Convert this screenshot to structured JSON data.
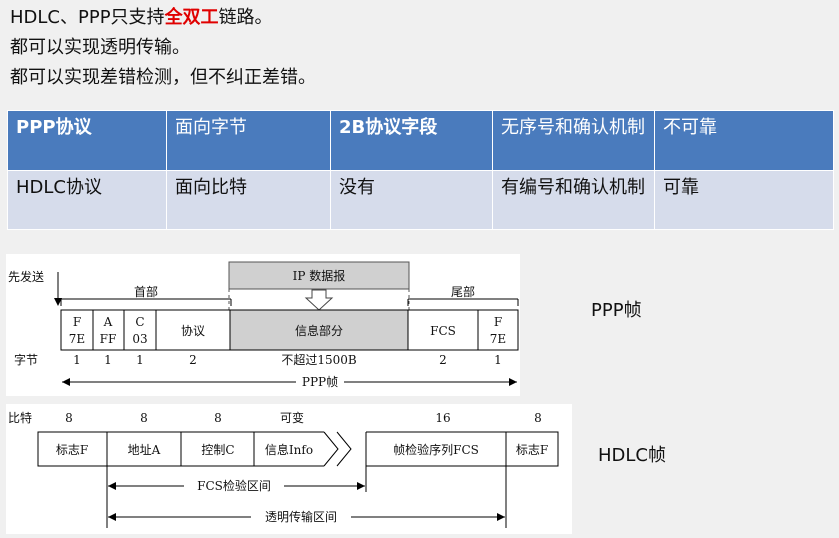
{
  "intro": {
    "line1_prefix": "HDLC、PPP只支持",
    "line1_highlight": "全双工",
    "line1_suffix": "链路。",
    "line2": "都可以实现透明传输。",
    "line3": "都可以实现差错检测，但不纠正差错。"
  },
  "colors": {
    "header_bg": "#4a7bbd",
    "body_bg": "#d6dceb",
    "highlight": "#e00000",
    "info_fill": "#d0d0d0"
  },
  "comparison": {
    "header": [
      "PPP协议",
      "面向字节",
      "2B协议字段",
      "无序号和确认机制",
      "不可靠"
    ],
    "row": [
      "HDLC协议",
      "面向比特",
      "没有",
      "有编号和确认机制",
      "可靠"
    ]
  },
  "ppp": {
    "label": "PPP帧",
    "sender": "先发送",
    "ip_datagram": "IP 数据报",
    "header": "首部",
    "trailer": "尾部",
    "f_label": "F",
    "f_value": "7E",
    "a_label": "A",
    "a_value": "FF",
    "c_label": "C",
    "c_value": "03",
    "protocol": "协议",
    "info": "信息部分",
    "fcs": "FCS",
    "bytes_label": "字节",
    "byte_counts": [
      "1",
      "1",
      "1",
      "2",
      "不超过1500B",
      "2",
      "1"
    ],
    "frame_label": "PPP帧"
  },
  "hdlc": {
    "label": "HDLC帧",
    "bits_label": "比特",
    "bit_counts": [
      "8",
      "8",
      "8",
      "可变",
      "16",
      "8"
    ],
    "fields": [
      "标志F",
      "地址A",
      "控制C",
      "信息Info",
      "帧检验序列FCS",
      "标志F"
    ],
    "fcs_range": "FCS检验区间",
    "transparent_range": "透明传输区间"
  }
}
